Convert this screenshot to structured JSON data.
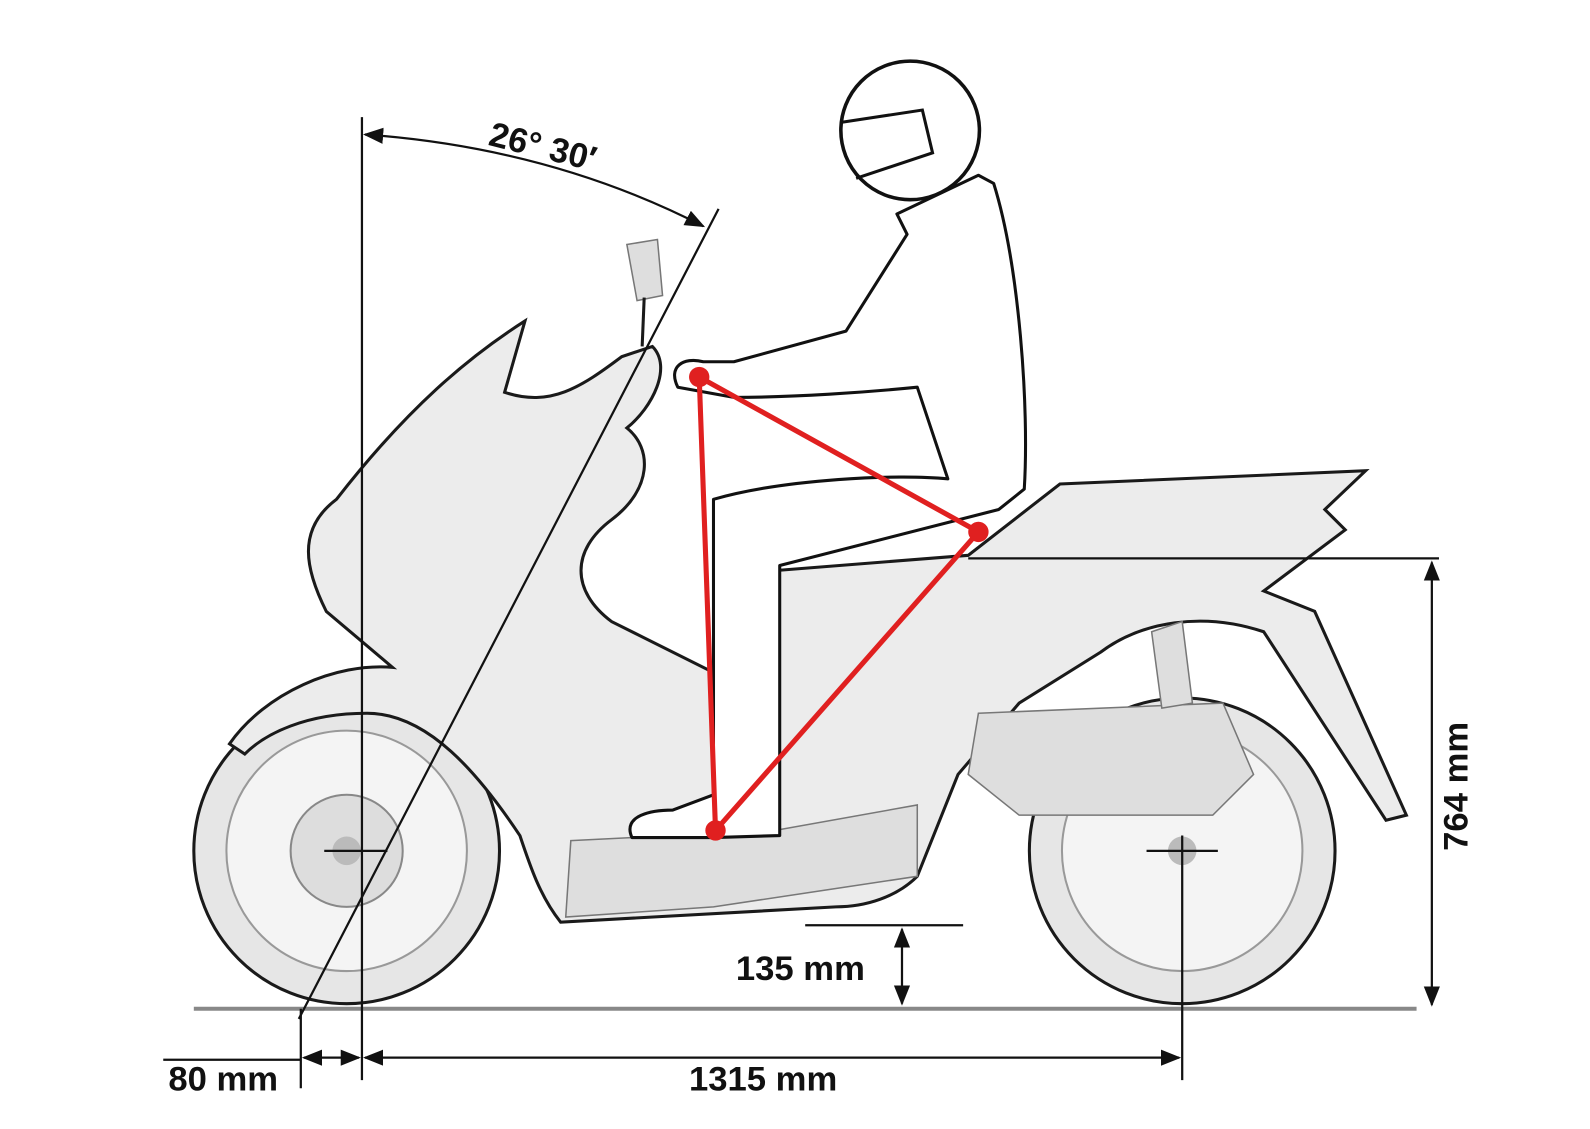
{
  "title": "Scooter rider ergonomics and dimensions",
  "dimensions": {
    "caster_angle": "26° 30′",
    "seat_height": "764 mm",
    "ground_clearance": "135 mm",
    "trail": "80 mm",
    "wheelbase": "1315 mm"
  },
  "colors": {
    "triangle": "#e02020",
    "lines": "#111111",
    "scooter": "#ececec"
  }
}
